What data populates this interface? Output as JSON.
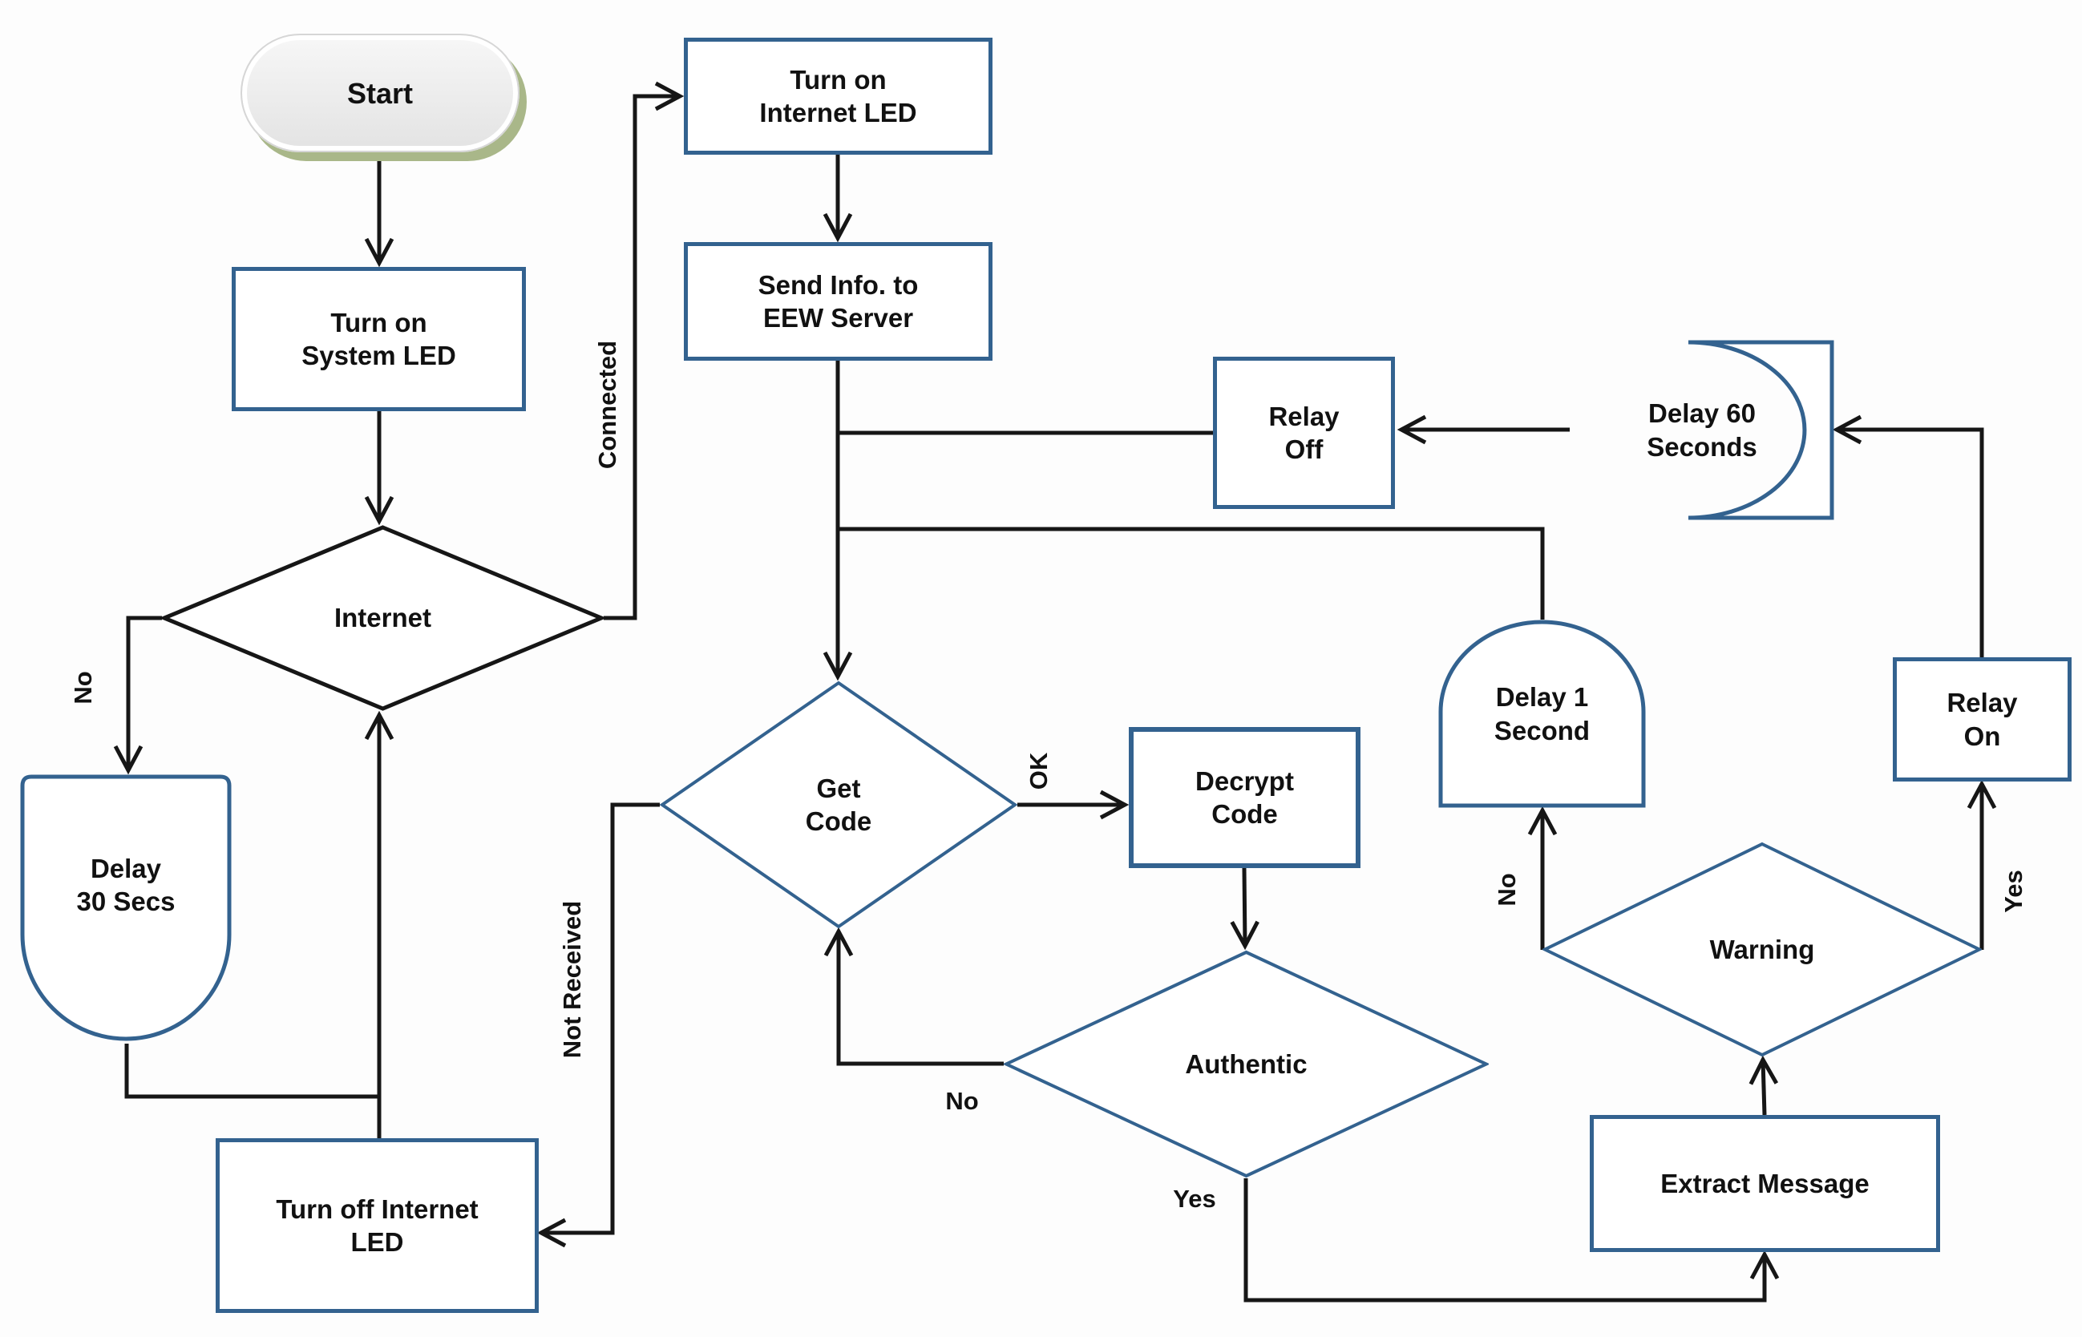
{
  "nodes": {
    "start": {
      "label": "Start"
    },
    "turn_on_system_led": {
      "label": "Turn on\nSystem LED"
    },
    "internet": {
      "label": "Internet"
    },
    "delay_30_secs": {
      "label": "Delay\n30 Secs"
    },
    "turn_off_internet_led": {
      "label": "Turn off Internet\nLED"
    },
    "turn_on_internet_led": {
      "label": "Turn on\nInternet LED"
    },
    "send_info_eew": {
      "label": "Send Info. to\nEEW Server"
    },
    "relay_off": {
      "label": "Relay\nOff"
    },
    "delay_60_seconds": {
      "label": "Delay 60\nSeconds"
    },
    "get_code": {
      "label": "Get\nCode"
    },
    "decrypt_code": {
      "label": "Decrypt\nCode"
    },
    "authentic": {
      "label": "Authentic"
    },
    "delay_1_second": {
      "label": "Delay 1\nSecond"
    },
    "warning": {
      "label": "Warning"
    },
    "relay_on": {
      "label": "Relay\nOn"
    },
    "extract_message": {
      "label": "Extract Message"
    }
  },
  "edge_labels": {
    "connected": "Connected",
    "internet_no": "No",
    "not_received": "Not Received",
    "ok": "OK",
    "authentic_no": "No",
    "authentic_yes": "Yes",
    "warning_no": "No",
    "warning_yes": "Yes"
  },
  "colors": {
    "shape-blue": "#33628f",
    "line-black": "#161616",
    "text": "#111111",
    "start-fill": "#ededed",
    "start-shadow": "#a9b789",
    "canvas-bg": "#fdfdfd"
  }
}
